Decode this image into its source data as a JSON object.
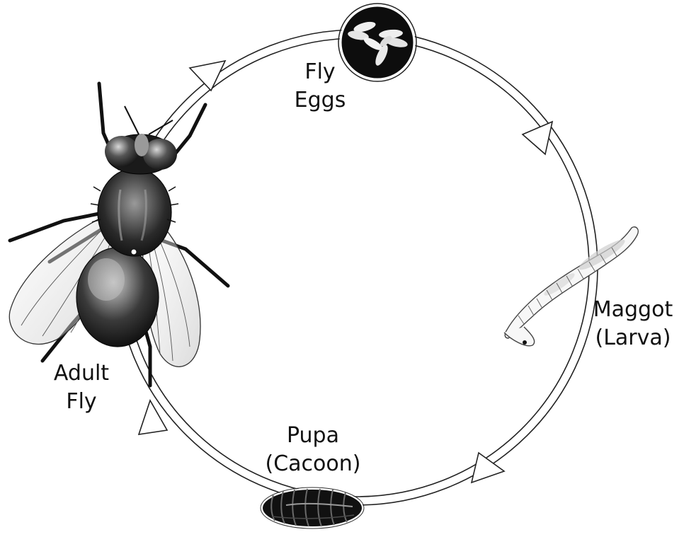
{
  "colors": {
    "ring_stroke": "#222222",
    "ring_fill": "#ffffff",
    "stage_dark": "#111111",
    "text": "#111111"
  },
  "stages": {
    "eggs": {
      "line1": "Fly",
      "line2": "Eggs",
      "icon": "eggs-icon"
    },
    "maggot": {
      "line1": "Maggot",
      "line2": "(Larva)",
      "icon": "maggot-icon"
    },
    "pupa": {
      "line1": "Pupa",
      "line2": "(Cacoon)",
      "icon": "pupa-icon"
    },
    "adult": {
      "line1": "Adult",
      "line2": "Fly",
      "icon": "fly-icon"
    }
  }
}
